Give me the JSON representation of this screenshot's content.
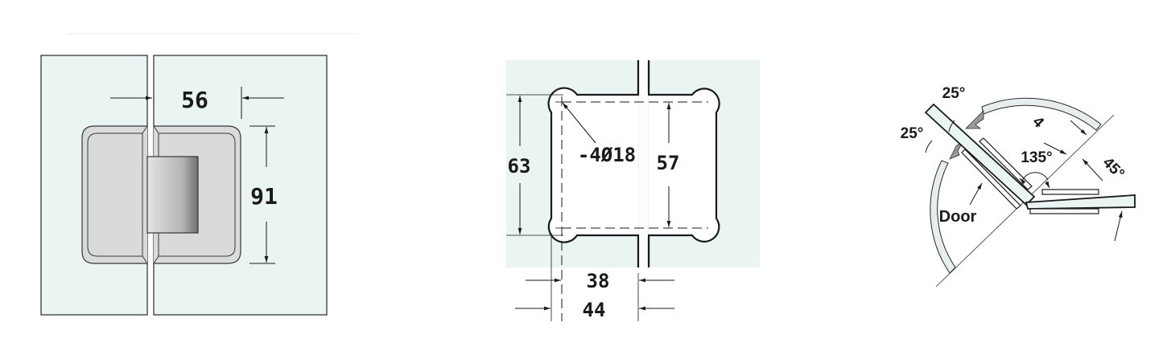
{
  "colors": {
    "glass": "#e9f4f3",
    "hinge_body": "#d9dbdb",
    "line": "#231f20",
    "arc_fill": "#e8eeee",
    "arrow_grey": "#9a9a9a"
  },
  "front_view": {
    "width_dim": "56",
    "height_dim": "91"
  },
  "plate_view": {
    "overall_height_dim": "63",
    "hole_spacing_dim": "57",
    "hole_callout": "-4Ø18",
    "inner_width_dim": "38",
    "outer_width_dim": "44"
  },
  "swing_view": {
    "angle_top": "25°",
    "angle_left": "25°",
    "thickness_dim": "4",
    "angle_hinge": "135°",
    "angle_side": "45°",
    "door_label": "Door"
  }
}
